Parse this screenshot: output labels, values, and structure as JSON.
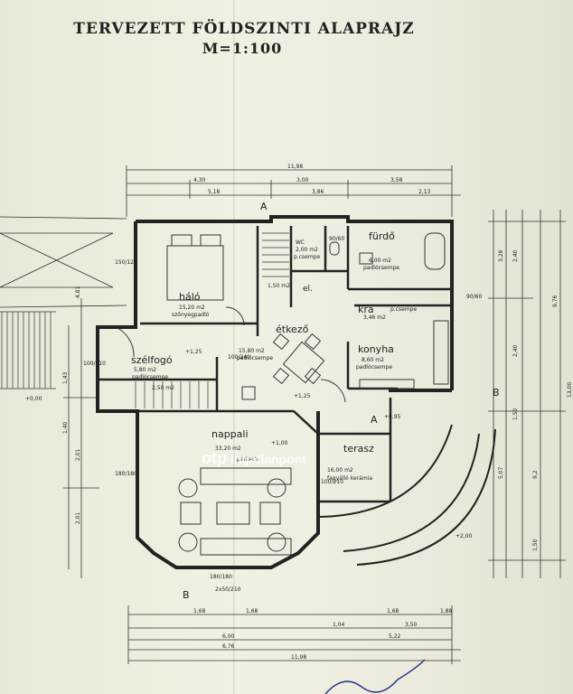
{
  "title": "TERVEZETT FÖLDSZINTI ALAPRAJZ",
  "scale": "M=1:100",
  "watermark": {
    "brand": "otp",
    "product": "ingatlanpont"
  },
  "rooms": {
    "halo": {
      "name": "háló",
      "area": "15,20 m2",
      "floor": "szőnyegpadló"
    },
    "furdo": {
      "name": "fürdő",
      "area": "6,00 m2",
      "floor": "padlócsempe"
    },
    "wc": {
      "name": "WC",
      "area": "2,00 m2",
      "floor": "p.csempe"
    },
    "eloter": {
      "name": "el.",
      "area": "1,50 m2"
    },
    "kamra": {
      "name": "kra",
      "area": "3,46 m2",
      "floor": "p.csempe"
    },
    "etkezo": {
      "name": "étkező",
      "area": "15,80 m2",
      "floor": "padlócsempe"
    },
    "konyha": {
      "name": "konyha",
      "area": "8,60 m2",
      "floor": "padlócsempe"
    },
    "szelfogo": {
      "name": "szélfogó",
      "area": "5,80 m2",
      "floor": "padlócsempe"
    },
    "lepcso": {
      "name": "",
      "area": "2,50 m2"
    },
    "nappali": {
      "name": "nappali",
      "area": "33,20 m2",
      "floor": "parketta"
    },
    "terasz": {
      "name": "terasz",
      "area": "16,00 m2",
      "floor": "fagyálló kerámia"
    }
  },
  "levels": [
    "+0,00",
    "+1,25",
    "+1,25",
    "+1,00",
    "+0,95",
    "+2,00"
  ],
  "section_marks": [
    "A",
    "A",
    "B",
    "B"
  ],
  "openings": [
    "150/120",
    "100/210",
    "100/240",
    "180/180",
    "180/180",
    "90/60",
    "90/60",
    "2x50/210",
    "100/210"
  ],
  "dims_top": [
    "11,98",
    "4,30",
    "3,00",
    "3,58",
    "5,18",
    "3,86",
    "2,13"
  ],
  "dims_bottom": [
    "1,68",
    "1,68",
    "1,68",
    "1,88",
    "5,22",
    "6,00",
    "6,76",
    "11,98",
    "3,50",
    "1,04"
  ],
  "dims_right": [
    "2,40",
    "2,40",
    "1,50",
    "5,07",
    "9,2",
    "1,50",
    "3,28",
    "9,76",
    "13,00"
  ],
  "dims_left": [
    "4,81",
    "2,01",
    "1,43",
    "1,40",
    "2,01"
  ]
}
